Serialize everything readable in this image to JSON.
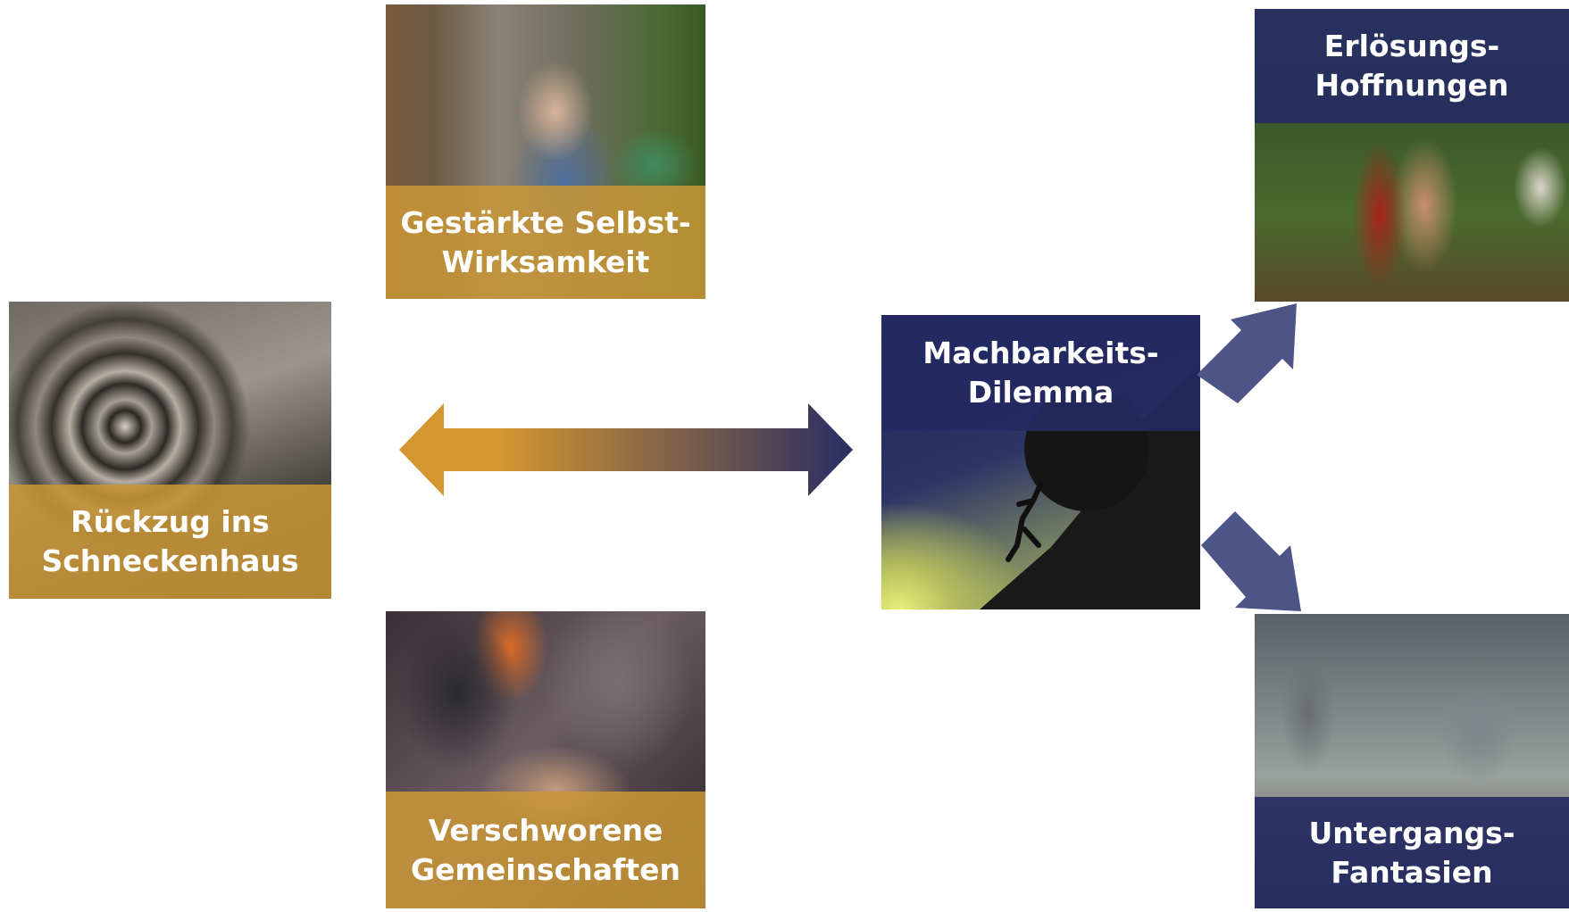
{
  "nodes": {
    "selbstwirksamkeit": {
      "line1": "Gestärkte Selbst-",
      "line2": "Wirksamkeit",
      "photo_icon": "gardening-woman-photo"
    },
    "rueckzug": {
      "line1": "Rückzug ins",
      "line2": "Schneckenhaus",
      "photo_icon": "snail-shell-photo"
    },
    "gemeinschaften": {
      "line1": "Verschworene",
      "line2": "Gemeinschaften",
      "photo_icon": "stacked-hands-photo"
    },
    "dilemma": {
      "line1": "Machbarkeits-",
      "line2": "Dilemma",
      "photo_icon": "sisyphus-boulder-photo"
    },
    "erloesung": {
      "line1": "Erlösungs-",
      "line2": "Hoffnungen",
      "photo_icon": "paradise-painting-photo"
    },
    "untergang": {
      "line1": "Untergangs-",
      "line2": "Fantasien",
      "photo_icon": "ruined-city-photo"
    }
  },
  "colors": {
    "gold": "#c99637",
    "navy": "#242a62",
    "arrow_gold": "#d4962f",
    "arrow_navy": "#2a2d63",
    "arrow_slate": "#4d5488"
  }
}
